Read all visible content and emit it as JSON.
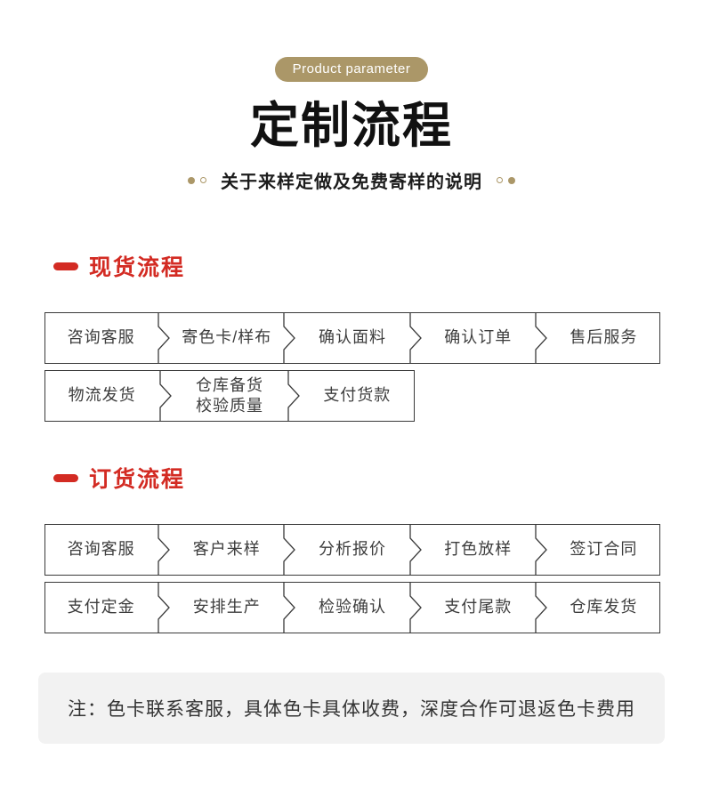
{
  "badge": {
    "label": "Product parameter"
  },
  "header": {
    "title": "定制流程",
    "subtitle": "关于来样定做及免费寄样的说明"
  },
  "colors": {
    "gold": "#ab9768",
    "red": "#d32b23",
    "line": "#3a3a3a",
    "cell_text": "#3d3d3d",
    "title_text": "#111111",
    "note_bg": "#f2f2f2",
    "note_text": "#333333"
  },
  "sections": [
    {
      "heading": "现货流程",
      "rows": [
        {
          "cells": [
            "咨询客服",
            "寄色卡/样布",
            "确认面料",
            "确认订单",
            "售后服务"
          ]
        },
        {
          "cells": [
            "物流发货",
            "仓库备货\n校验质量",
            "支付货款"
          ]
        }
      ]
    },
    {
      "heading": "订货流程",
      "rows": [
        {
          "cells": [
            "咨询客服",
            "客户来样",
            "分析报价",
            "打色放样",
            "签订合同"
          ]
        },
        {
          "cells": [
            "支付定金",
            "安排生产",
            "检验确认",
            "支付尾款",
            "仓库发货"
          ]
        }
      ]
    }
  ],
  "note": {
    "text": "注：色卡联系客服，具体色卡具体收费，深度合作可退返色卡费用"
  }
}
